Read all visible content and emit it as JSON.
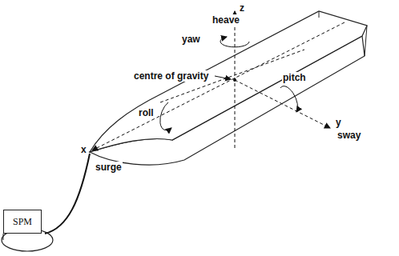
{
  "diagram": {
    "nodes": [
      {
        "text": [
          "SPM"
        ]
      }
    ],
    "labels": [
      "z",
      "heave",
      "yaw",
      "pitch",
      "centre of gravity",
      "roll",
      "y",
      "sway",
      "x",
      "surge"
    ]
  }
}
